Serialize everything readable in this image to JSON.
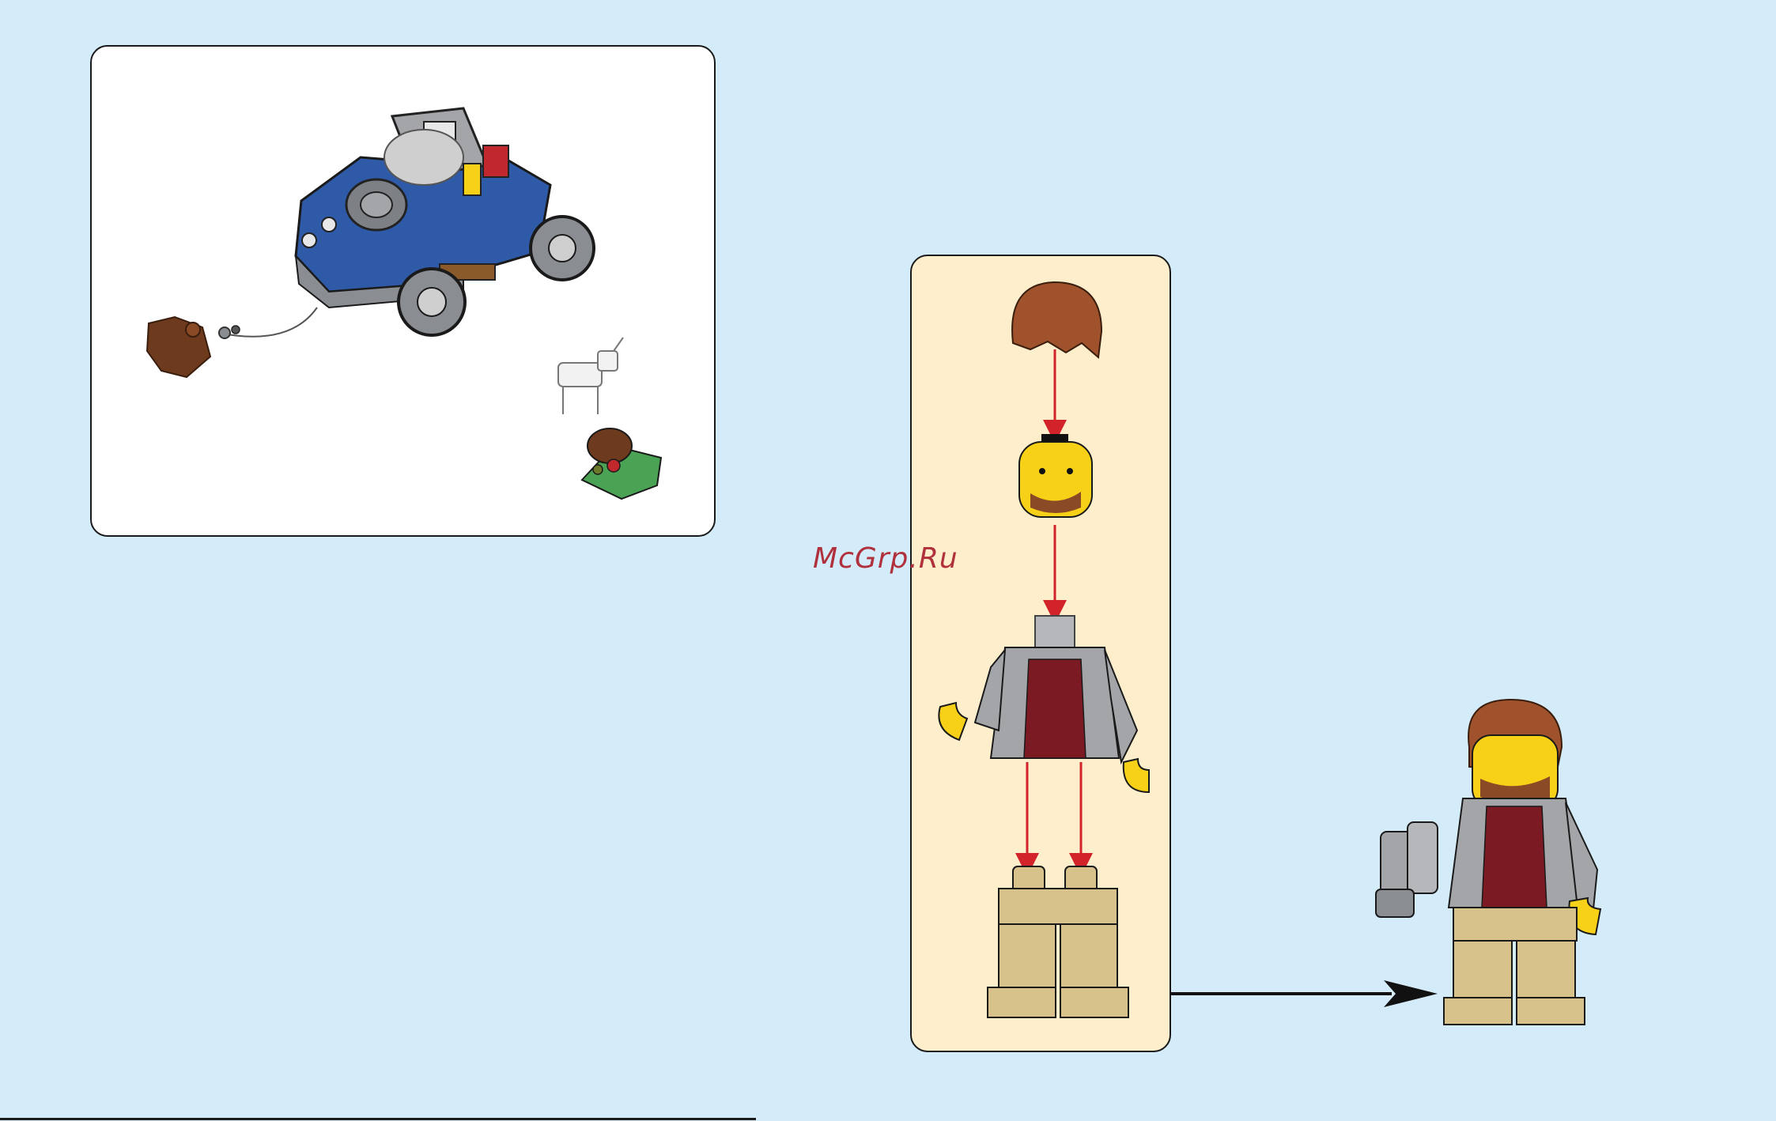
{
  "watermark": {
    "text": "McGrp.Ru"
  },
  "colors": {
    "page_background": "#d4ebf9",
    "overview_background": "#ffffff",
    "assembly_background": "#feeecc",
    "arrow_red": "#d2232a",
    "arrow_black": "#111111",
    "vehicle_blue": "#2e5aa8",
    "frame_gray": "#8a8d91",
    "hair_brown": "#a0522d",
    "face_yellow": "#f7d117",
    "torso_gray": "#a3a5a8",
    "shirt_darkred": "#7b1a22",
    "legs_tan": "#d6c28a"
  },
  "overview": {
    "items": [
      "offroad-vehicle",
      "winch-cable",
      "tree-stump-piece",
      "goat-figure",
      "rock-plate-piece"
    ]
  },
  "assembly": {
    "parts": [
      "hair-piece",
      "minifig-head",
      "minifig-torso",
      "minifig-legs"
    ],
    "result": [
      "assembled-minifigure",
      "binoculars"
    ]
  }
}
